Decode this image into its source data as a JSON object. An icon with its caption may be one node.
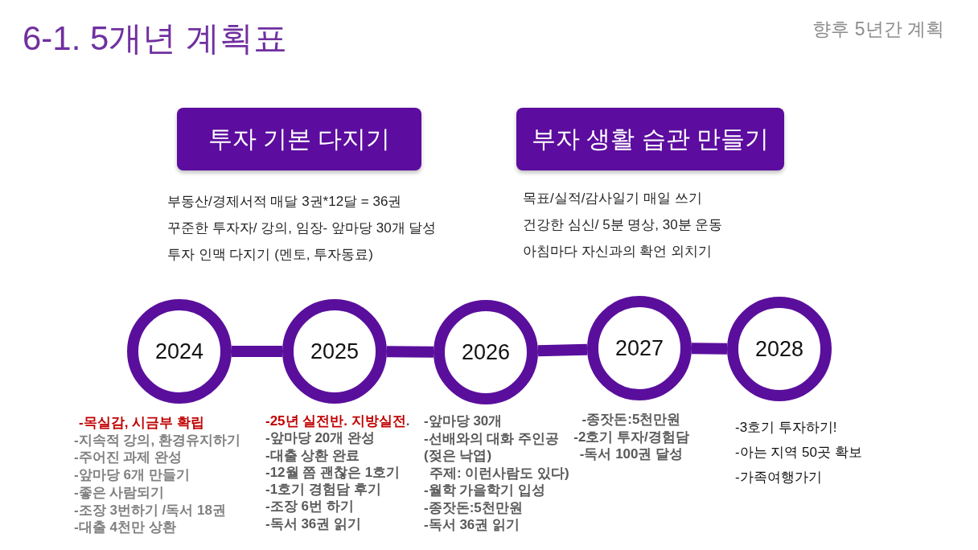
{
  "diagram": {
    "title": "6-1. 5개년 계획표",
    "nodes": [
      {
        "text": [
          "투자 기본 다지기"
        ],
        "beside": [
          "부동산/경제서적 매달 3권*12달 = 36권",
          "꾸준한 투자자/ 강의, 임장- 앞마당 30개 달성",
          "투자 인맥 다지기 (멘토, 투자동료)"
        ]
      },
      {
        "text": [
          "부자 생활 습관 만들기"
        ],
        "beside": [
          "목표/실적/감사일기 매일 쓰기",
          "건강한 심신/ 5분 명상, 30분 운동",
          "아침마다 자신과의 확언 외치기"
        ]
      },
      {
        "text": [
          "2024"
        ],
        "beside": [
          "**-목실감, 시금부 확립**",
          "-지속적 강의, 환경유지하기",
          "-주어진 과제 완성",
          "-앞마당 6개 만들기",
          "-좋은 사람되기",
          "-조장 3번하기 /독서 18권",
          "-대출 4천만 상환"
        ]
      },
      {
        "text": [
          "2025"
        ],
        "beside": [
          "**-25년 실전반. 지방실전**.",
          "-앞마당 20개 완성",
          "-대출 상환 완료",
          "-12월 쯤 괜찮은 1호기",
          "-1호기 경험담 후기",
          "-조장 6번 하기",
          "-독서 36권 읽기"
        ]
      },
      {
        "text": [
          "2026"
        ],
        "beside": [
          "-앞마당 30개",
          "-선배와의 대화 주인공",
          "(젖은 낙엽)",
          "주제: 이런사람도 있다)",
          "-월학 가을학기 입성",
          "-종잣돈:5천만원",
          "-독서 36권 읽기"
        ]
      },
      {
        "text": [
          "2027"
        ],
        "beside": [
          "-종잣돈:5천만원",
          "-2호기 투자/경험담",
          "-독서 100권 달성"
        ]
      },
      {
        "text": [
          "2028"
        ],
        "beside": [
          "-3호기 투자하기!",
          "-아는 지역 50곳 확보",
          "-가족여행가기"
        ]
      }
    ],
    "edges": [
      {
        "from": 2,
        "to": 3,
        "arrow": "none"
      },
      {
        "from": 3,
        "to": 4,
        "arrow": "none"
      },
      {
        "from": 4,
        "to": 5,
        "arrow": "none"
      },
      {
        "from": 5,
        "to": 6,
        "arrow": "none"
      }
    ],
    "labels": [
      "향후 5년간 계획"
    ]
  }
}
